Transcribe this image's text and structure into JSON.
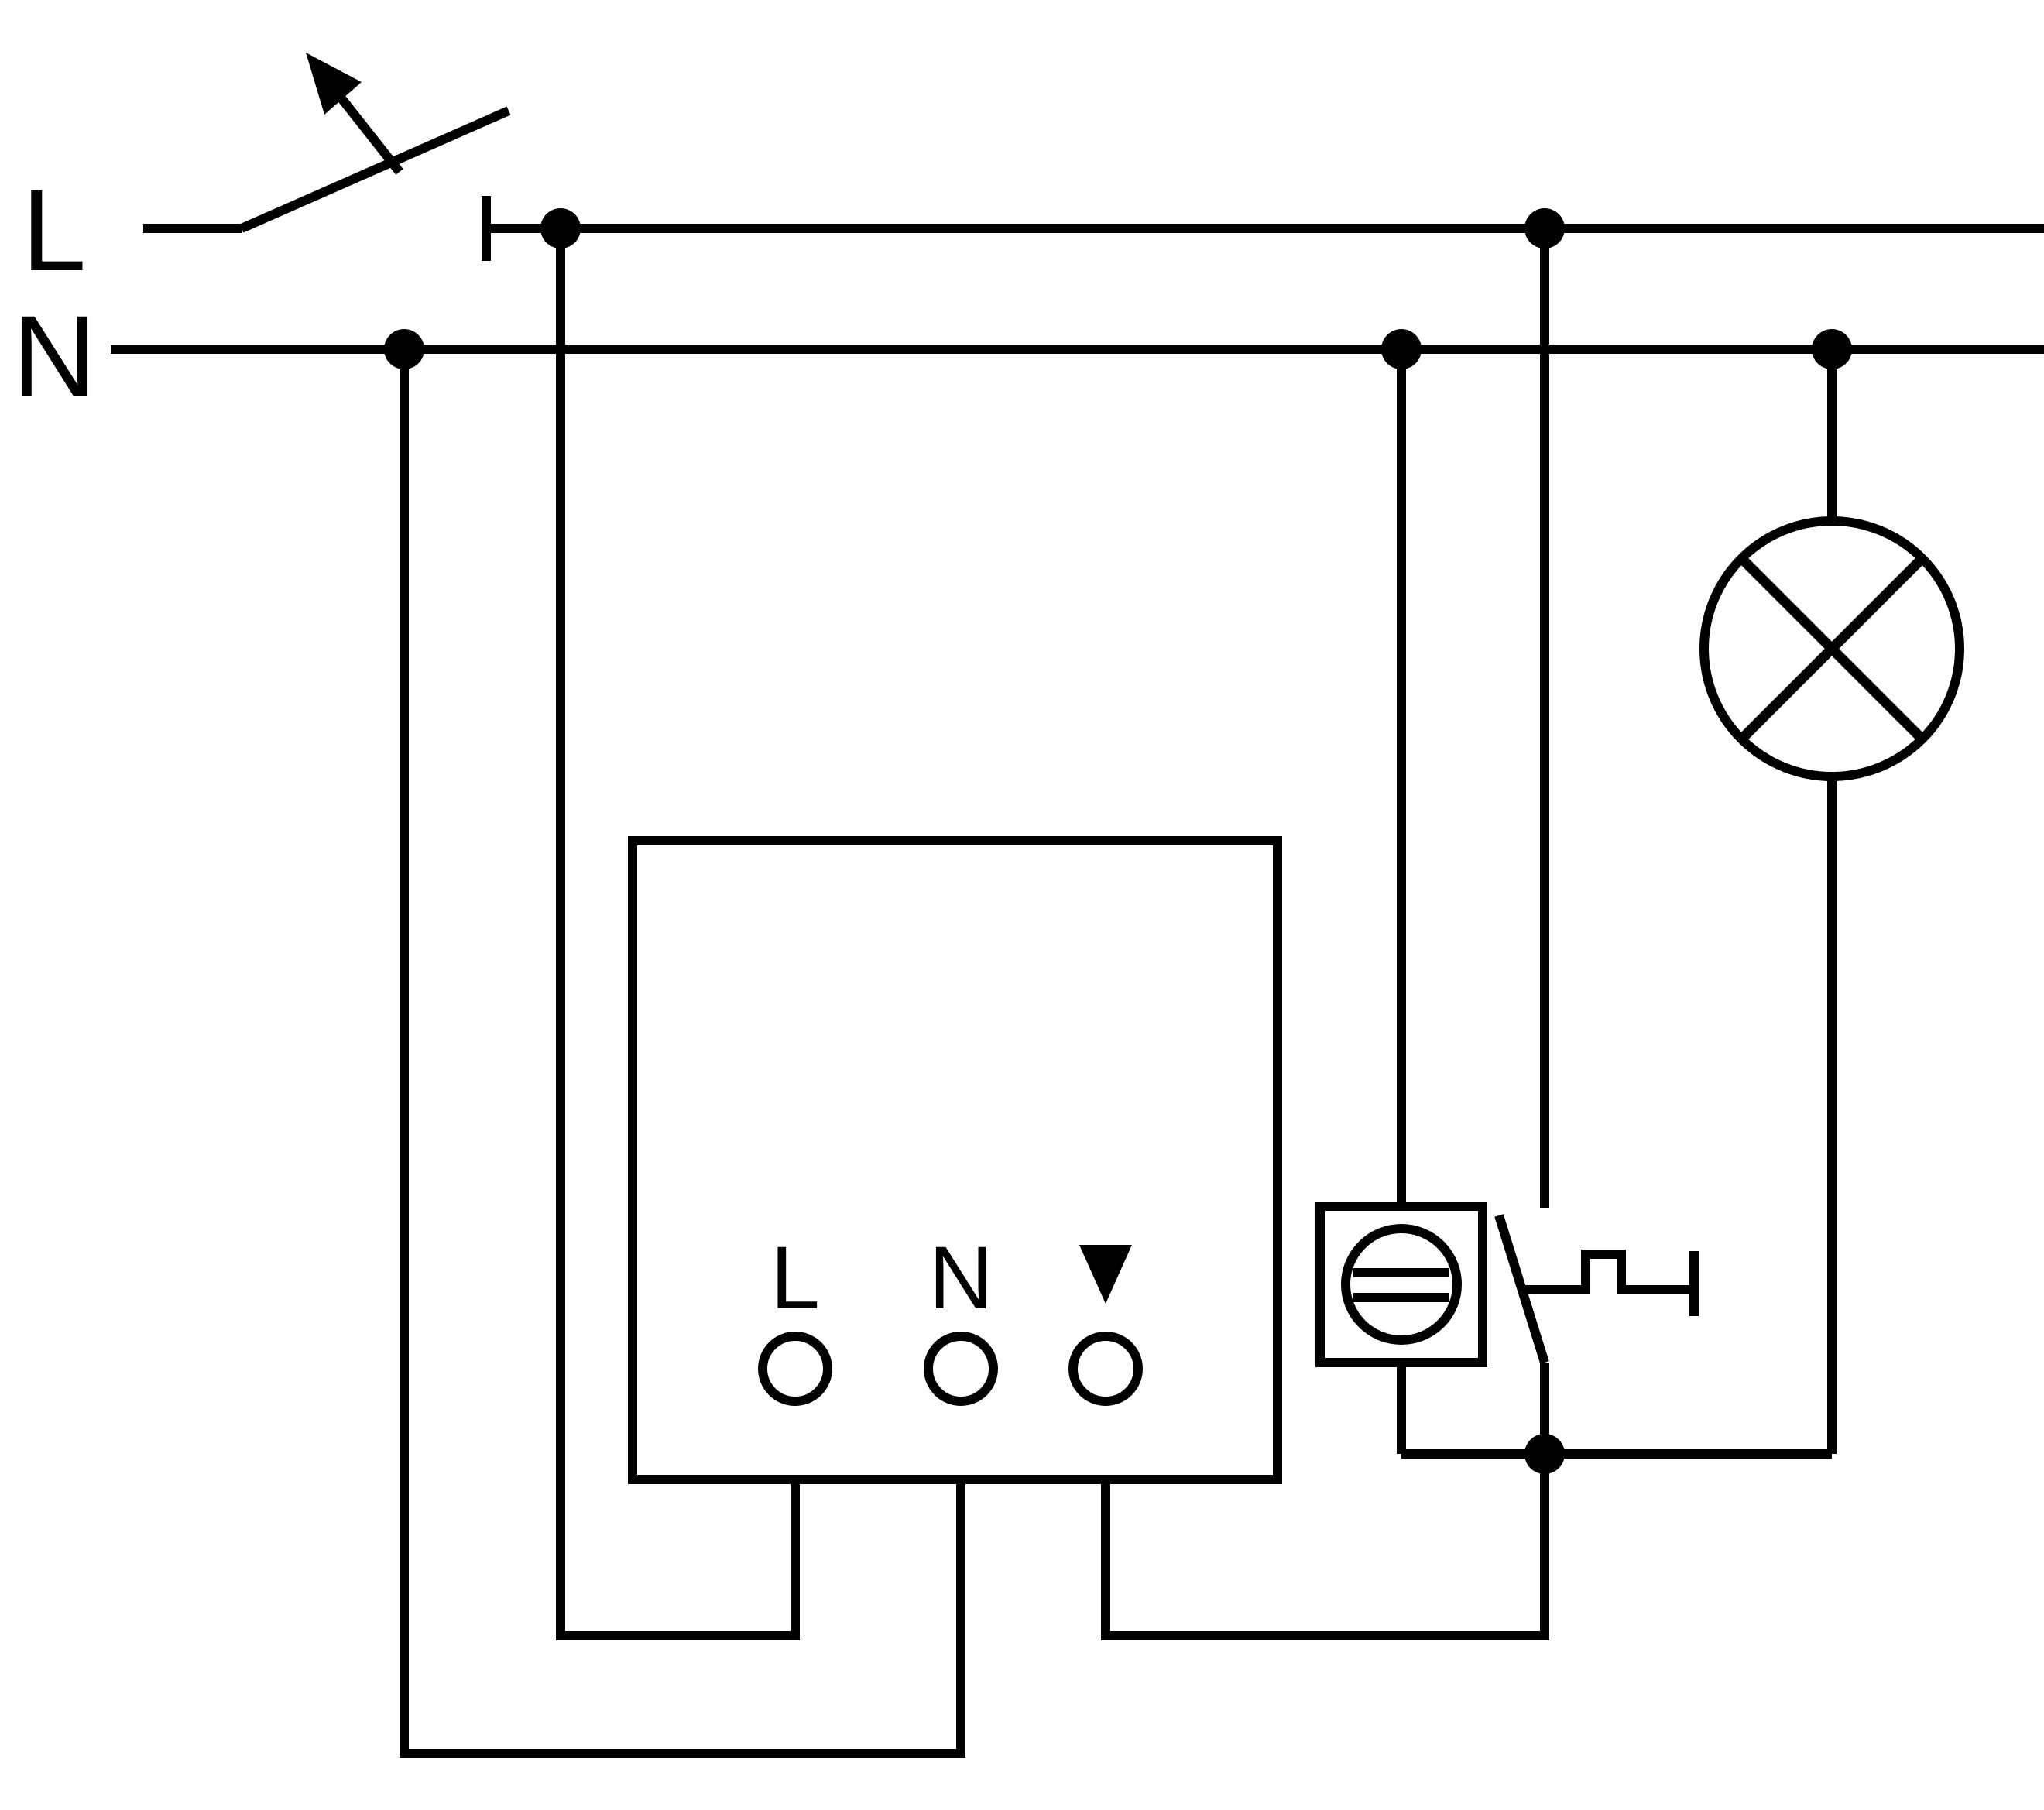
{
  "diagram": {
    "type": "electrical-wiring-schematic",
    "background_color": "#ffffff",
    "line_color": "#000000",
    "labels": {
      "supply_line": "L",
      "supply_neutral": "N",
      "terminal_l": "L",
      "terminal_n": "N",
      "terminal_output_symbol": "▼"
    },
    "components": [
      {
        "name": "manual-switch-icon",
        "shape": "open contact blade with actuation arrow in supply line L"
      },
      {
        "name": "device-box",
        "shape": "rectangle insert with three bottom terminals L, N, output"
      },
      {
        "name": "terminal-circle",
        "shape": "open circle terminal"
      },
      {
        "name": "sensor-icon",
        "shape": "square containing circle with two horizontal bars"
      },
      {
        "name": "relay-contact-icon",
        "shape": "switch contact with mechanical actuator link and end stop"
      },
      {
        "name": "lamp-icon",
        "shape": "circle with diagonal cross (load lamp)"
      },
      {
        "name": "junction-dot",
        "shape": "filled circle wire junction"
      }
    ]
  }
}
